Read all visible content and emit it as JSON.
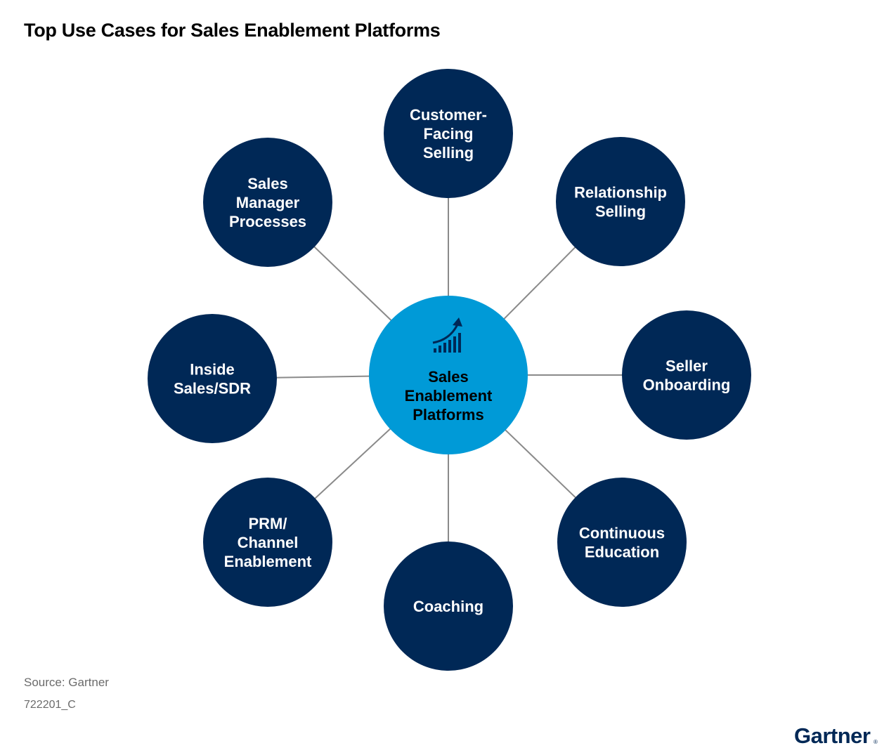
{
  "title": "Top Use Cases for Sales Enablement Platforms",
  "colors": {
    "node": "#002856",
    "hub": "#009ad7",
    "connector": "#8a8a8a"
  },
  "hub": {
    "label_lines": [
      "Sales",
      "Enablement",
      "Platforms"
    ],
    "icon": "growth-chart-icon"
  },
  "nodes": [
    {
      "id": "customer-facing-selling",
      "label_lines": [
        "Customer-",
        "Facing",
        "Selling"
      ]
    },
    {
      "id": "relationship-selling",
      "label_lines": [
        "Relationship",
        "Selling"
      ]
    },
    {
      "id": "seller-onboarding",
      "label_lines": [
        "Seller",
        "Onboarding"
      ]
    },
    {
      "id": "continuous-education",
      "label_lines": [
        "Continuous",
        "Education"
      ]
    },
    {
      "id": "coaching",
      "label_lines": [
        "Coaching"
      ]
    },
    {
      "id": "prm-channel-enablement",
      "label_lines": [
        "PRM/",
        "Channel",
        "Enablement"
      ]
    },
    {
      "id": "inside-sales-sdr",
      "label_lines": [
        "Inside",
        "Sales/SDR"
      ]
    },
    {
      "id": "sales-manager-processes",
      "label_lines": [
        "Sales",
        "Manager",
        "Processes"
      ]
    }
  ],
  "source": "Source: Gartner",
  "doc_id": "722201_C",
  "logo_text": "Gartner",
  "logo_mark": "®"
}
